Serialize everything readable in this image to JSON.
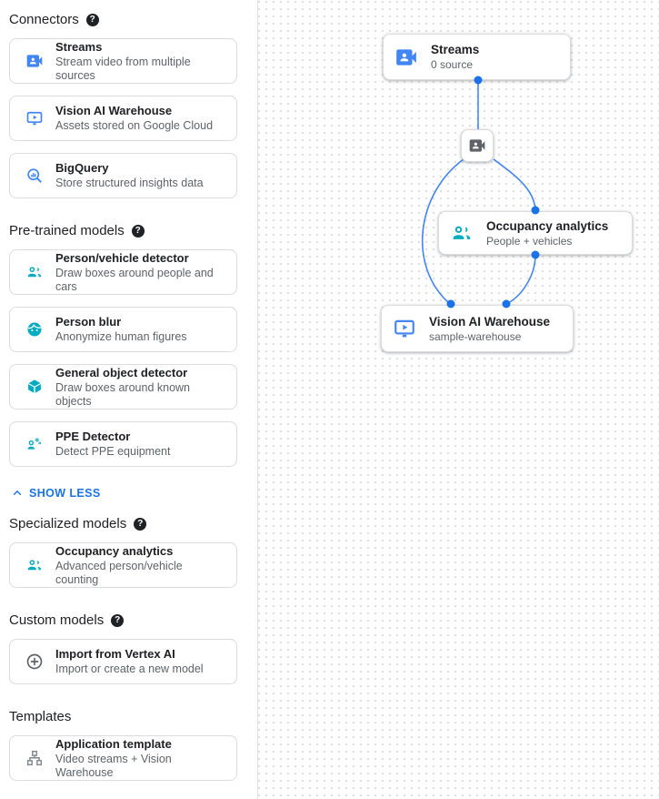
{
  "glyphs": {
    "help": "?"
  },
  "colors": {
    "accent_blue": "#1a73e8",
    "icon_blue": "#4285f4",
    "icon_teal": "#00acc1",
    "icon_gray": "#5f6368",
    "card_border": "#dadce0",
    "edge_blue": "#4285f4",
    "connection_dot_blue": "#1a73e8"
  },
  "sidebar": {
    "show_less_label": "SHOW LESS",
    "sections": [
      {
        "title": "Connectors",
        "has_help": true,
        "cards": [
          {
            "icon": "video-camera-icon",
            "title": "Streams",
            "subtitle": "Stream video from multiple sources"
          },
          {
            "icon": "monitor-play-icon",
            "title": "Vision AI Warehouse",
            "subtitle": "Assets stored on Google Cloud"
          },
          {
            "icon": "bigquery-icon",
            "title": "BigQuery",
            "subtitle": "Store structured insights data"
          }
        ]
      },
      {
        "title": "Pre-trained models",
        "has_help": true,
        "cards": [
          {
            "icon": "people-icon",
            "title": "Person/vehicle detector",
            "subtitle": "Draw boxes around people and cars"
          },
          {
            "icon": "face-icon",
            "title": "Person blur",
            "subtitle": "Anonymize human figures"
          },
          {
            "icon": "cube-icon",
            "title": "General object detector",
            "subtitle": "Draw boxes around known objects"
          },
          {
            "icon": "person-gear-icon",
            "title": "PPE Detector",
            "subtitle": "Detect PPE equipment"
          }
        ]
      },
      {
        "title": "Specialized models",
        "has_help": true,
        "cards": [
          {
            "icon": "people-icon",
            "title": "Occupancy analytics",
            "subtitle": "Advanced person/vehicle counting"
          }
        ]
      },
      {
        "title": "Custom models",
        "has_help": true,
        "cards": [
          {
            "icon": "plus-circle-icon",
            "title": "Import from Vertex AI",
            "subtitle": "Import or create a new model"
          }
        ]
      },
      {
        "title": "Templates",
        "has_help": false,
        "cards": [
          {
            "icon": "tree-icon",
            "title": "Application template",
            "subtitle": "Video streams + Vision Warehouse"
          }
        ]
      }
    ]
  },
  "canvas": {
    "nodes": {
      "streams": {
        "icon": "video-camera-icon",
        "title": "Streams",
        "subtitle": "0 source"
      },
      "source_camera": {
        "icon": "video-camera-icon"
      },
      "occupancy": {
        "icon": "people-icon",
        "title": "Occupancy analytics",
        "subtitle": "People + vehicles"
      },
      "warehouse": {
        "icon": "monitor-play-icon",
        "title": "Vision AI Warehouse",
        "subtitle": "sample-warehouse"
      }
    }
  }
}
